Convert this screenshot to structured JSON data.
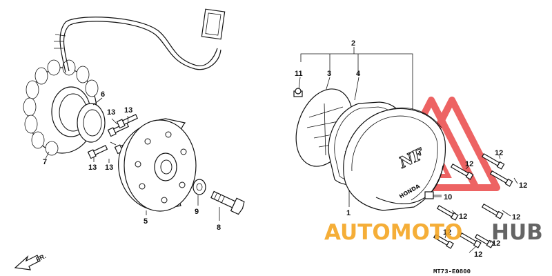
{
  "diagram": {
    "drawing_code": "MT73-E0800",
    "direction_label": "FR.",
    "callouts": {
      "p1": "1",
      "p2": "2",
      "p3": "3",
      "p4": "4",
      "p5": "5",
      "p6": "6",
      "p7": "7",
      "p8": "8",
      "p9": "9",
      "p10": "10",
      "p11": "11",
      "b13a": "13",
      "b13b": "13",
      "b13c": "13",
      "b13d": "13",
      "b12a": "12",
      "b12b": "12",
      "b12c": "12",
      "b12d": "12",
      "b12e": "12",
      "b12f": "12",
      "b12g": "12",
      "b12h": "12"
    },
    "cover_emblem": "NF",
    "cover_brand": "HONDA"
  },
  "watermark": {
    "word1": "AUTOMOTO",
    "word2": "HUB",
    "colors": {
      "orange": "#f5a623",
      "dark": "#555555",
      "red": "#e83030"
    }
  }
}
